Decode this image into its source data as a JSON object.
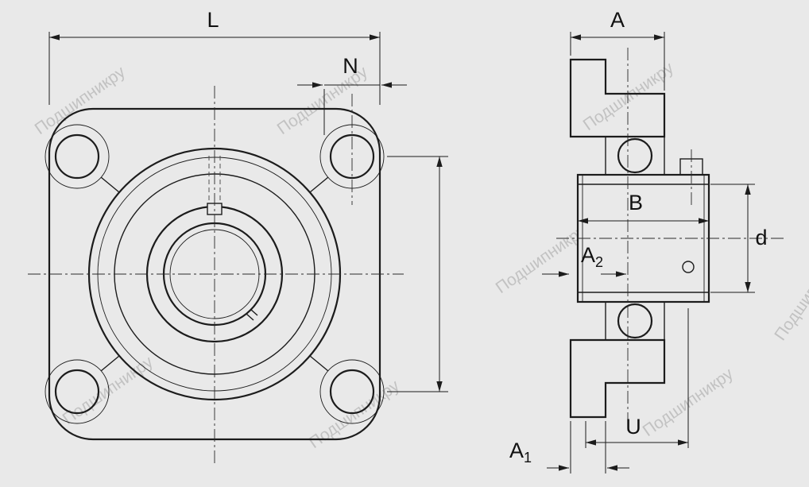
{
  "drawing": {
    "description": "Two-view technical drawing of a four-bolt square flange bearing unit",
    "watermark_text": "Подшипникру"
  },
  "labels": {
    "L": "L",
    "N": "N",
    "A": "A",
    "B": "B",
    "d": "d",
    "U": "U",
    "A1_base": "A",
    "A1_sub": "1",
    "A2_base": "A",
    "A2_sub": "2"
  },
  "colors": {
    "background": "#e9e9e9",
    "line_color": "#1c1c1c",
    "watermark_color": "#bcbcbc"
  }
}
